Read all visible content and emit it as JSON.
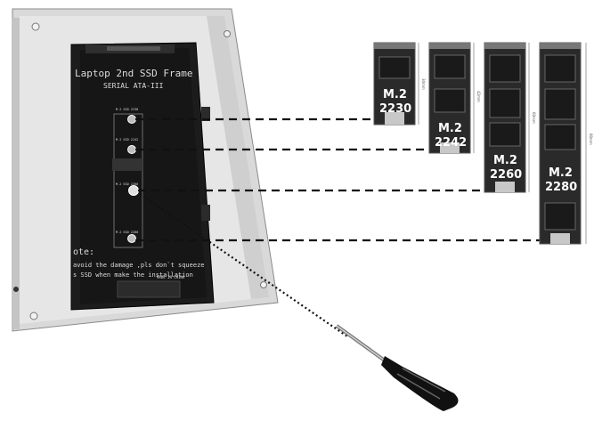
{
  "frame": {
    "title": "Laptop 2nd SSD Frame",
    "subtitle": "SERIAL ATA-III",
    "note_heading": "ote:",
    "note_line1": "avoid the damage ,pls don`t squeeze",
    "note_line2": "s SSD when make the installation",
    "made_in": "MADE IN CHINA",
    "mount_labels": [
      "M.2 SSD 2230",
      "M.2 SSD 2242",
      "M.2 SSD 2260",
      "M.2 SSD 2280"
    ]
  },
  "cards": [
    {
      "label_top": "M.2",
      "label_bottom": "2230",
      "dimension": "30mm"
    },
    {
      "label_top": "M.2",
      "label_bottom": "2242",
      "dimension": "42mm"
    },
    {
      "label_top": "M.2",
      "label_bottom": "2260",
      "dimension": "60mm"
    },
    {
      "label_top": "M.2",
      "label_bottom": "2280",
      "dimension": "80mm"
    }
  ],
  "tool": {
    "icon": "screwdriver-icon"
  },
  "colors": {
    "frame": "#d8d8d8",
    "panel": "#1a1a1a",
    "card": "#2a2a2a",
    "line": "#111111"
  }
}
